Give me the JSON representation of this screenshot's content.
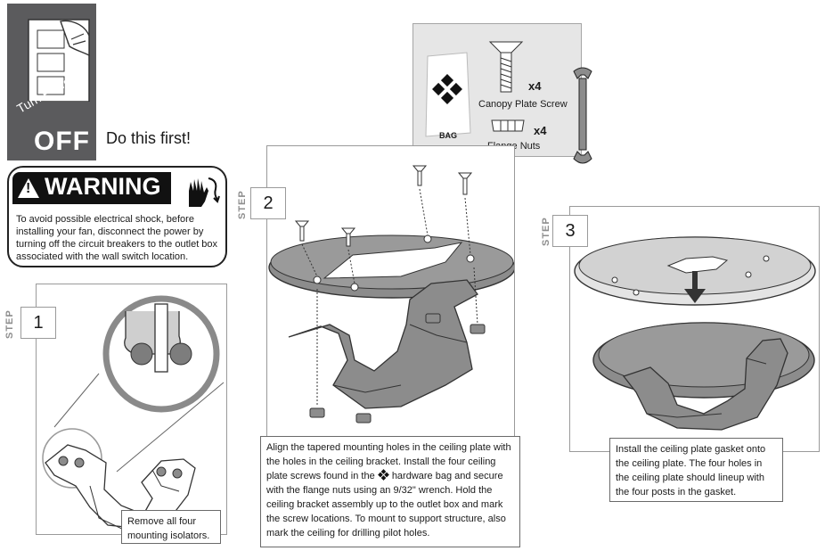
{
  "power": {
    "line1": "Turn Power",
    "line2": "OFF",
    "note": "Do this first!"
  },
  "warning": {
    "heading": "WARNING",
    "text": "To avoid possible electrical shock, before installing your fan, disconnect the power by turning off the circuit breakers to the outlet box associated with the wall switch location."
  },
  "hardware": {
    "bag_label": "BAG",
    "screw_qty": "x4",
    "screw_label": "Canopy Plate Screw",
    "nut_qty": "x4",
    "nut_label": "Flange Nuts"
  },
  "steps": [
    {
      "word": "STEP",
      "number": "1",
      "caption": "Remove all four mounting isolators."
    },
    {
      "word": "STEP",
      "number": "2",
      "caption_parts": [
        "Align the tapered mounting holes in the ceiling plate with the holes in the ceiling bracket. Install the four ceiling plate screws found in the",
        "hardware bag and secure with the flange nuts using an 9/32\" wrench. Hold the ceiling bracket assembly up to the outlet box and mark the screw locations. To mount to support structure, also mark the ceiling for drilling pilot holes."
      ]
    },
    {
      "word": "STEP",
      "number": "3",
      "caption": "Install the ceiling plate gasket onto the ceiling plate. The four holes in the ceiling plate should lineup with the four posts in the gasket."
    }
  ],
  "icons": [
    "power-switch-icon",
    "warning-triangle-icon",
    "hand-shock-icon",
    "bag-icon",
    "screw-icon",
    "flange-nut-icon",
    "wrench-icon",
    "hardware-bag-diamond-icon",
    "arrow-down-icon"
  ],
  "colors": {
    "panel_gray": "#5b5b5d",
    "hardware_bg": "#e6e6e6",
    "part_gray": "#8c8c8c"
  }
}
